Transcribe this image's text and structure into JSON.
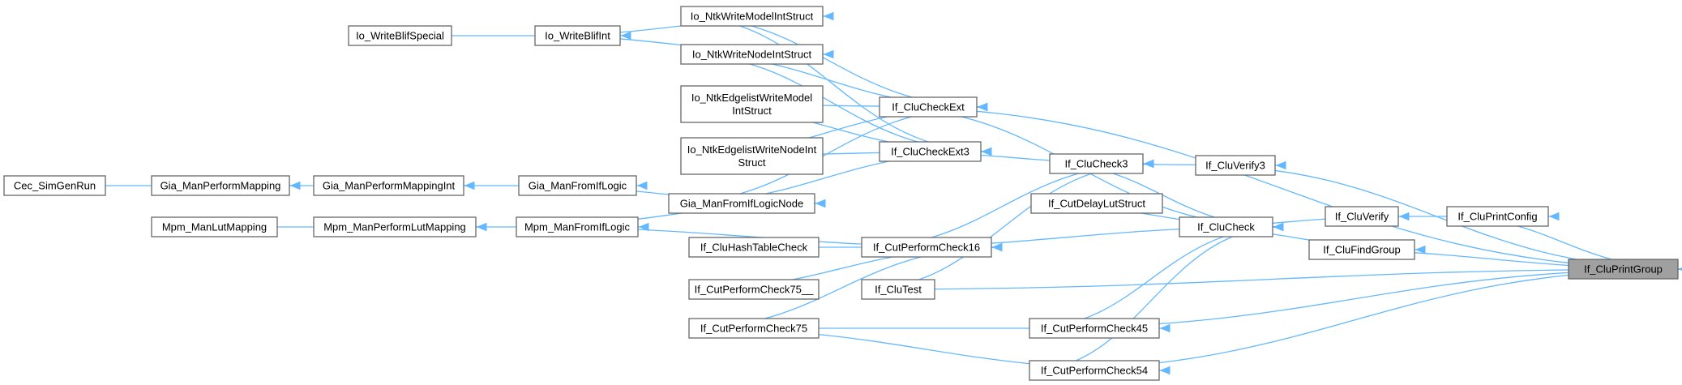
{
  "graph": {
    "focus_node": "If_CluPrintGroup",
    "colors": {
      "edge": "#63b8ff",
      "node_border": "#666666",
      "focus_fill": "#a0a0a0"
    },
    "nodes": [
      {
        "id": "If_CluPrintGroup",
        "lines": [
          "If_CluPrintGroup"
        ]
      },
      {
        "id": "If_CluPrintConfig",
        "lines": [
          "If_CluPrintConfig"
        ]
      },
      {
        "id": "If_CluVerify",
        "lines": [
          "If_CluVerify"
        ]
      },
      {
        "id": "If_CluVerify3",
        "lines": [
          "If_CluVerify3"
        ]
      },
      {
        "id": "If_CluFindGroup",
        "lines": [
          "If_CluFindGroup"
        ]
      },
      {
        "id": "If_CluCheck",
        "lines": [
          "If_CluCheck"
        ]
      },
      {
        "id": "If_CluCheck3",
        "lines": [
          "If_CluCheck3"
        ]
      },
      {
        "id": "If_CluCheckExt",
        "lines": [
          "If_CluCheckExt"
        ]
      },
      {
        "id": "If_CluCheckExt3",
        "lines": [
          "If_CluCheckExt3"
        ]
      },
      {
        "id": "If_CutDelayLutStruct",
        "lines": [
          "If_CutDelayLutStruct"
        ]
      },
      {
        "id": "If_CutPerformCheck16",
        "lines": [
          "If_CutPerformCheck16"
        ]
      },
      {
        "id": "If_CluTest",
        "lines": [
          "If_CluTest"
        ]
      },
      {
        "id": "If_CutPerformCheck45",
        "lines": [
          "If_CutPerformCheck45"
        ]
      },
      {
        "id": "If_CutPerformCheck54",
        "lines": [
          "If_CutPerformCheck54"
        ]
      },
      {
        "id": "If_CluHashTableCheck",
        "lines": [
          "If_CluHashTableCheck"
        ]
      },
      {
        "id": "If_CutPerformCheck75__",
        "lines": [
          "If_CutPerformCheck75__"
        ]
      },
      {
        "id": "If_CutPerformCheck75",
        "lines": [
          "If_CutPerformCheck75"
        ]
      },
      {
        "id": "Io_NtkWriteModelIntStruct",
        "lines": [
          "Io_NtkWriteModelIntStruct"
        ]
      },
      {
        "id": "Io_NtkWriteNodeIntStruct",
        "lines": [
          "Io_NtkWriteNodeIntStruct"
        ]
      },
      {
        "id": "Io_NtkEdgelistWriteModelIntStruct",
        "lines": [
          "Io_NtkEdgelistWriteModel",
          "IntStruct"
        ]
      },
      {
        "id": "Io_NtkEdgelistWriteNodeIntStruct",
        "lines": [
          "Io_NtkEdgelistWriteNodeInt",
          "Struct"
        ]
      },
      {
        "id": "Gia_ManFromIfLogicNode",
        "lines": [
          "Gia_ManFromIfLogicNode"
        ]
      },
      {
        "id": "Mpm_ManFromIfLogic",
        "lines": [
          "Mpm_ManFromIfLogic"
        ]
      },
      {
        "id": "Gia_ManFromIfLogic",
        "lines": [
          "Gia_ManFromIfLogic"
        ]
      },
      {
        "id": "Gia_ManPerformMappingInt",
        "lines": [
          "Gia_ManPerformMappingInt"
        ]
      },
      {
        "id": "Gia_ManPerformMapping",
        "lines": [
          "Gia_ManPerformMapping"
        ]
      },
      {
        "id": "Cec_SimGenRun",
        "lines": [
          "Cec_SimGenRun"
        ]
      },
      {
        "id": "Mpm_ManPerformLutMapping",
        "lines": [
          "Mpm_ManPerformLutMapping"
        ]
      },
      {
        "id": "Mpm_ManLutMapping",
        "lines": [
          "Mpm_ManLutMapping"
        ]
      },
      {
        "id": "Io_WriteBlifInt",
        "lines": [
          "Io_WriteBlifInt"
        ]
      },
      {
        "id": "Io_WriteBlifSpecial",
        "lines": [
          "Io_WriteBlifSpecial"
        ]
      }
    ],
    "edges": [
      {
        "from": "If_CluPrintConfig",
        "to": "If_CluPrintGroup"
      },
      {
        "from": "If_CluVerify3",
        "to": "If_CluPrintGroup"
      },
      {
        "from": "If_CluFindGroup",
        "to": "If_CluPrintGroup"
      },
      {
        "from": "If_CluTest",
        "to": "If_CluPrintGroup"
      },
      {
        "from": "If_CutPerformCheck45",
        "to": "If_CluPrintGroup"
      },
      {
        "from": "If_CutPerformCheck54",
        "to": "If_CluPrintGroup"
      },
      {
        "from": "If_CluCheckExt",
        "to": "If_CluPrintGroup"
      },
      {
        "from": "If_CluVerify",
        "to": "If_CluPrintConfig"
      },
      {
        "from": "If_CluCheck",
        "to": "If_CluVerify"
      },
      {
        "from": "If_CluCheck",
        "to": "If_CluFindGroup"
      },
      {
        "from": "If_CluCheck3",
        "to": "If_CluVerify3"
      },
      {
        "from": "If_CluCheck3",
        "to": "If_CluCheck"
      },
      {
        "from": "If_CutDelayLutStruct",
        "to": "If_CluCheck"
      },
      {
        "from": "If_CutPerformCheck16",
        "to": "If_CluCheck"
      },
      {
        "from": "If_CutPerformCheck45",
        "to": "If_CluCheck"
      },
      {
        "from": "If_CutPerformCheck54",
        "to": "If_CluCheck"
      },
      {
        "from": "If_CluCheckExt",
        "to": "If_CluCheck"
      },
      {
        "from": "If_CluCheckExt3",
        "to": "If_CluCheck3"
      },
      {
        "from": "If_CutPerformCheck16",
        "to": "If_CluCheck3"
      },
      {
        "from": "If_CluTest",
        "to": "If_CluCheck3"
      },
      {
        "from": "Io_NtkWriteModelIntStruct",
        "to": "If_CluCheckExt"
      },
      {
        "from": "Io_NtkWriteNodeIntStruct",
        "to": "If_CluCheckExt"
      },
      {
        "from": "Io_NtkEdgelistWriteModelIntStruct",
        "to": "If_CluCheckExt"
      },
      {
        "from": "Io_NtkEdgelistWriteNodeIntStruct",
        "to": "If_CluCheckExt"
      },
      {
        "from": "Gia_ManFromIfLogicNode",
        "to": "If_CluCheckExt"
      },
      {
        "from": "Io_NtkWriteModelIntStruct",
        "to": "If_CluCheckExt3"
      },
      {
        "from": "Io_NtkWriteNodeIntStruct",
        "to": "If_CluCheckExt3"
      },
      {
        "from": "Io_NtkEdgelistWriteModelIntStruct",
        "to": "If_CluCheckExt3"
      },
      {
        "from": "Io_NtkEdgelistWriteNodeIntStruct",
        "to": "If_CluCheckExt3"
      },
      {
        "from": "Gia_ManFromIfLogicNode",
        "to": "If_CluCheckExt3"
      },
      {
        "from": "If_CluHashTableCheck",
        "to": "If_CutPerformCheck16"
      },
      {
        "from": "If_CutPerformCheck75__",
        "to": "If_CutPerformCheck16"
      },
      {
        "from": "If_CutPerformCheck75",
        "to": "If_CutPerformCheck16"
      },
      {
        "from": "Mpm_ManFromIfLogic",
        "to": "If_CutPerformCheck16"
      },
      {
        "from": "If_CutPerformCheck75",
        "to": "If_CutPerformCheck45"
      },
      {
        "from": "If_CutPerformCheck75",
        "to": "If_CutPerformCheck54"
      },
      {
        "from": "Gia_ManFromIfLogic",
        "to": "Gia_ManFromIfLogicNode"
      },
      {
        "from": "Mpm_ManFromIfLogic",
        "to": "Gia_ManFromIfLogicNode"
      },
      {
        "from": "Gia_ManPerformMappingInt",
        "to": "Gia_ManFromIfLogic"
      },
      {
        "from": "Gia_ManPerformMapping",
        "to": "Gia_ManPerformMappingInt"
      },
      {
        "from": "Cec_SimGenRun",
        "to": "Gia_ManPerformMapping"
      },
      {
        "from": "Mpm_ManPerformLutMapping",
        "to": "Mpm_ManFromIfLogic"
      },
      {
        "from": "Mpm_ManLutMapping",
        "to": "Mpm_ManPerformLutMapping"
      },
      {
        "from": "Io_WriteBlifInt",
        "to": "Io_NtkWriteModelIntStruct"
      },
      {
        "from": "Io_WriteBlifInt",
        "to": "Io_NtkWriteNodeIntStruct"
      },
      {
        "from": "Io_WriteBlifSpecial",
        "to": "Io_WriteBlifInt"
      }
    ]
  }
}
